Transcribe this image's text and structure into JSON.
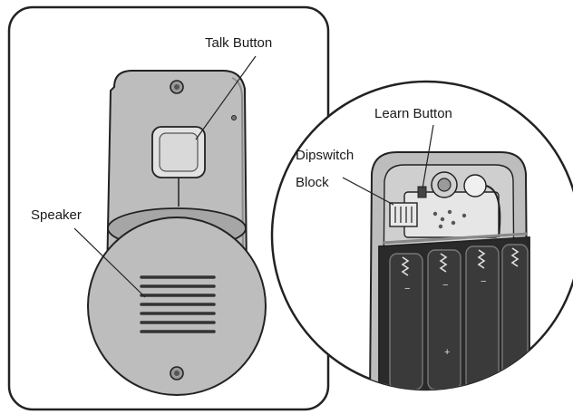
{
  "labels": {
    "talk_button": "Talk Button",
    "speaker": "Speaker",
    "learn_button": "Learn Button",
    "dipswitch_line1": "Dipswitch",
    "dipswitch_line2": "Block",
    "battery_marks": [
      "−",
      "−",
      "−",
      "+"
    ]
  },
  "colors": {
    "background": "#ffffff",
    "device_fill": "#bdbdbd",
    "device_shade": "#a6a6a6",
    "panel_fill": "#cfcfcf",
    "outline": "#222222",
    "circuit_board": "#e6e6e6",
    "battery_fill": "#383838"
  }
}
